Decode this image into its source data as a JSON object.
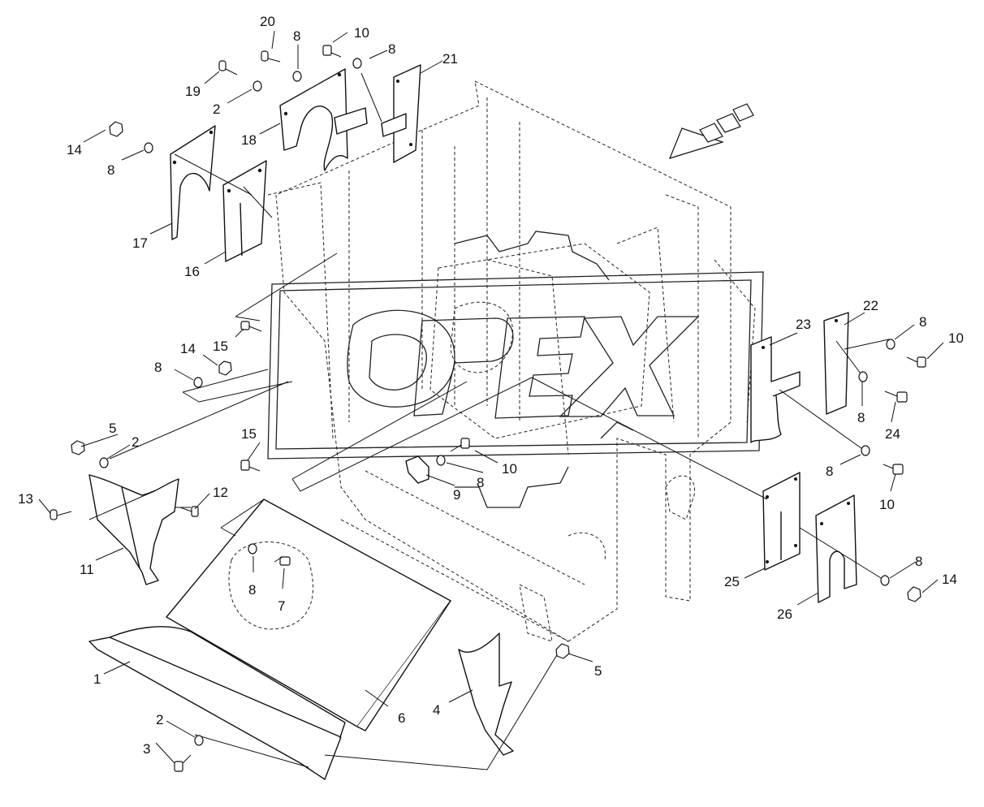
{
  "watermark": {
    "text": "OPEX"
  },
  "callouts": {
    "c1": "1",
    "c2a": "2",
    "c2b": "2",
    "c2c": "2",
    "c3": "3",
    "c4": "4",
    "c5a": "5",
    "c5b": "5",
    "c6": "6",
    "c7": "7",
    "c8a": "8",
    "c8b": "8",
    "c8c": "8",
    "c8d": "8",
    "c8e": "8",
    "c8f": "8",
    "c8g": "8",
    "c8h": "8",
    "c8i": "8",
    "c8j": "8",
    "c9": "9",
    "c10a": "10",
    "c10b": "10",
    "c10c": "10",
    "c10d": "10",
    "c11": "11",
    "c12": "12",
    "c13": "13",
    "c14a": "14",
    "c14b": "14",
    "c14c": "14",
    "c15a": "15",
    "c15b": "15",
    "c16": "16",
    "c17": "17",
    "c18": "18",
    "c19": "19",
    "c20": "20",
    "c21": "21",
    "c22": "22",
    "c23": "23",
    "c24": "24",
    "c25": "25",
    "c26": "26"
  },
  "colors": {
    "line": "#111111",
    "background": "#ffffff"
  }
}
